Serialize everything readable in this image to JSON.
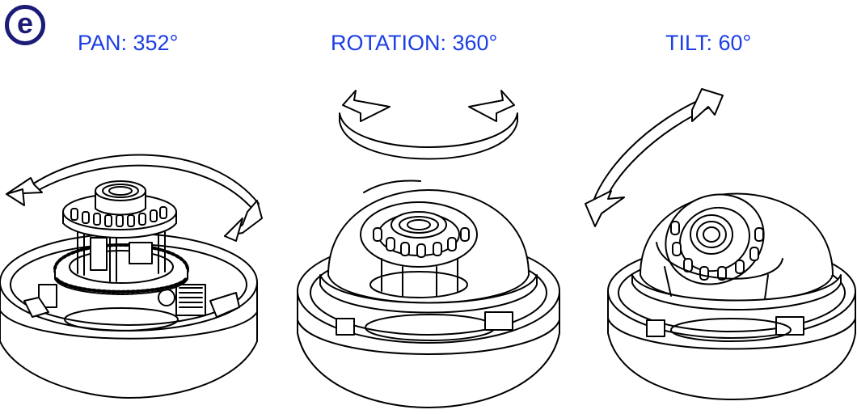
{
  "step_label": "e",
  "captions": {
    "pan": "PAN: 352°",
    "rotation": "ROTATION: 360°",
    "tilt": "TILT: 60°"
  },
  "colors": {
    "caption": "#1b3ee6",
    "badge": "#1c1c78",
    "line": "#000000"
  },
  "icons": {
    "pan_arrow": "curved-double-arrow-icon",
    "rotation_arrow": "curved-double-arrow-icon",
    "tilt_arrow": "curved-double-arrow-icon"
  }
}
